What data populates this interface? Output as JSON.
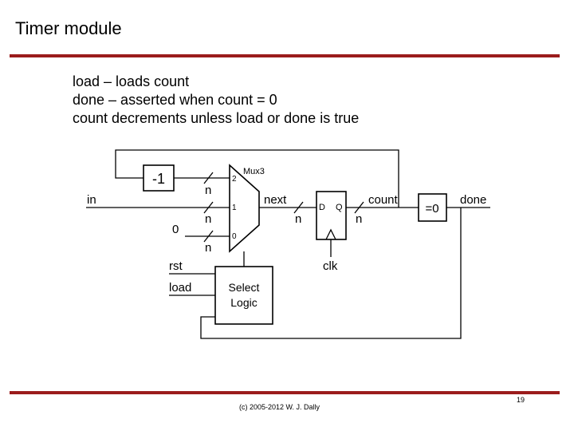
{
  "slide": {
    "title": "Timer module",
    "bullets": [
      "load – loads count",
      "done – asserted when count = 0",
      "count decrements unless load or done is true"
    ],
    "footer": "(c) 2005-2012 W. J. Dally",
    "page_number": "19"
  },
  "diagram": {
    "const_minus1": "-1",
    "const_zero": "0",
    "mux_label": "Mux3",
    "mux_inputs": [
      "2",
      "1",
      "0"
    ],
    "bus_width": "n",
    "signals": {
      "in": "in",
      "next": "next",
      "count": "count",
      "done": "done",
      "clk": "clk",
      "rst": "rst",
      "load": "load"
    },
    "flipflop": {
      "d": "D",
      "q": "Q"
    },
    "comparator": "=0",
    "select_logic": [
      "Select",
      "Logic"
    ]
  },
  "colors": {
    "rule": "#9b1c1c",
    "wire": "#000000"
  }
}
